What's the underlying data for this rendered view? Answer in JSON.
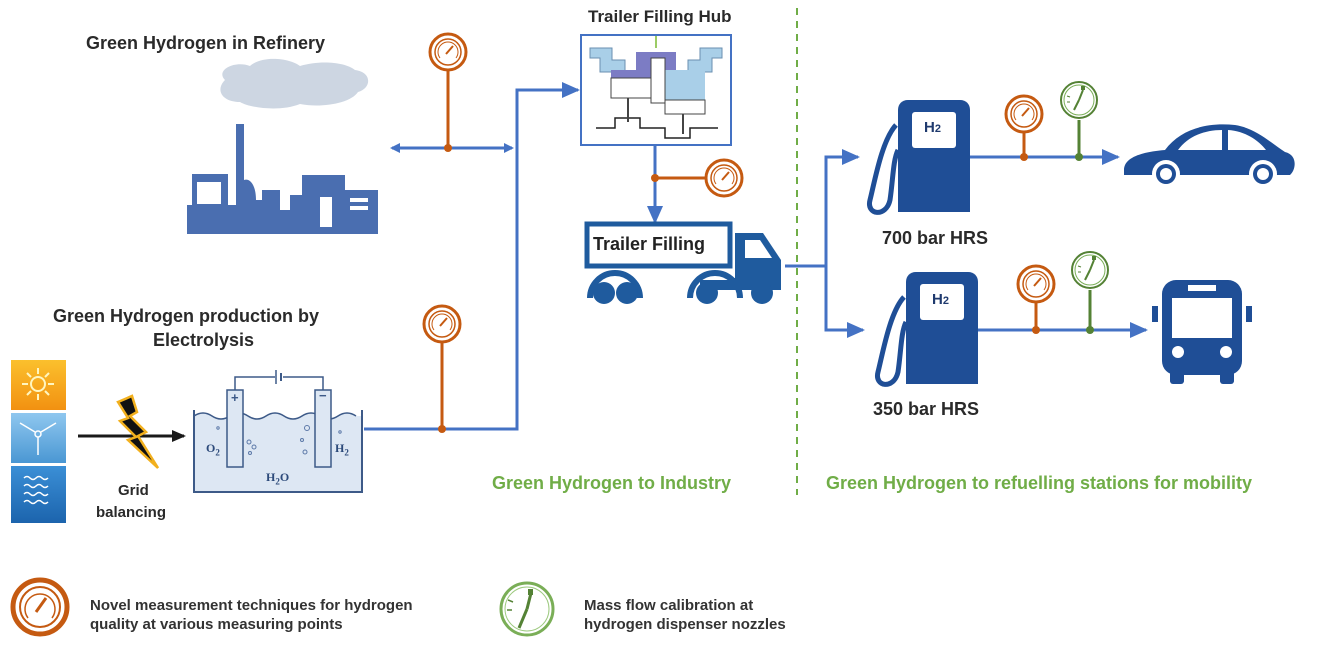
{
  "titles": {
    "refinery": "Green Hydrogen in Refinery",
    "hub": "Trailer Filling Hub",
    "electrolysis_line1": "Green Hydrogen production by",
    "electrolysis_line2": "Electrolysis",
    "trailer": "Trailer Filling",
    "station_700": "700 bar HRS",
    "station_350": "350 bar HRS",
    "grid_line1": "Grid",
    "grid_line2": "balancing"
  },
  "sections": {
    "industry": "Green Hydrogen to  Industry",
    "mobility": "Green Hydrogen to refuelling stations for mobility"
  },
  "electrolyzer": {
    "o2": "O",
    "o2_sub": "2",
    "h2": "H",
    "h2_sub": "2",
    "water": "H",
    "water_sub": "2",
    "water_tail": "O",
    "plus": "+",
    "minus": "−"
  },
  "dispenser": {
    "label": "H",
    "sub": "2"
  },
  "renewables": [
    {
      "icon": "sun-icon",
      "color": "#f5a623"
    },
    {
      "icon": "wind-turbine-icon",
      "color": "#6fb1e0"
    },
    {
      "icon": "water-waves-icon",
      "color": "#2f7fc4"
    }
  ],
  "legend": [
    {
      "icon": "pressure-gauge-icon",
      "line1": "Novel measurement techniques for hydrogen",
      "line2": "quality at various measuring points"
    },
    {
      "icon": "fuel-meter-icon",
      "line1": "Mass flow calibration at",
      "line2": "hydrogen dispenser nozzles"
    }
  ],
  "colors": {
    "flow": "#4472c4",
    "icon_blue": "#1f4e96",
    "quality_gauge": "#c55a11",
    "mass_flow_gauge": "#548235",
    "section_text": "#70ad47",
    "divider": "#70ad47"
  }
}
